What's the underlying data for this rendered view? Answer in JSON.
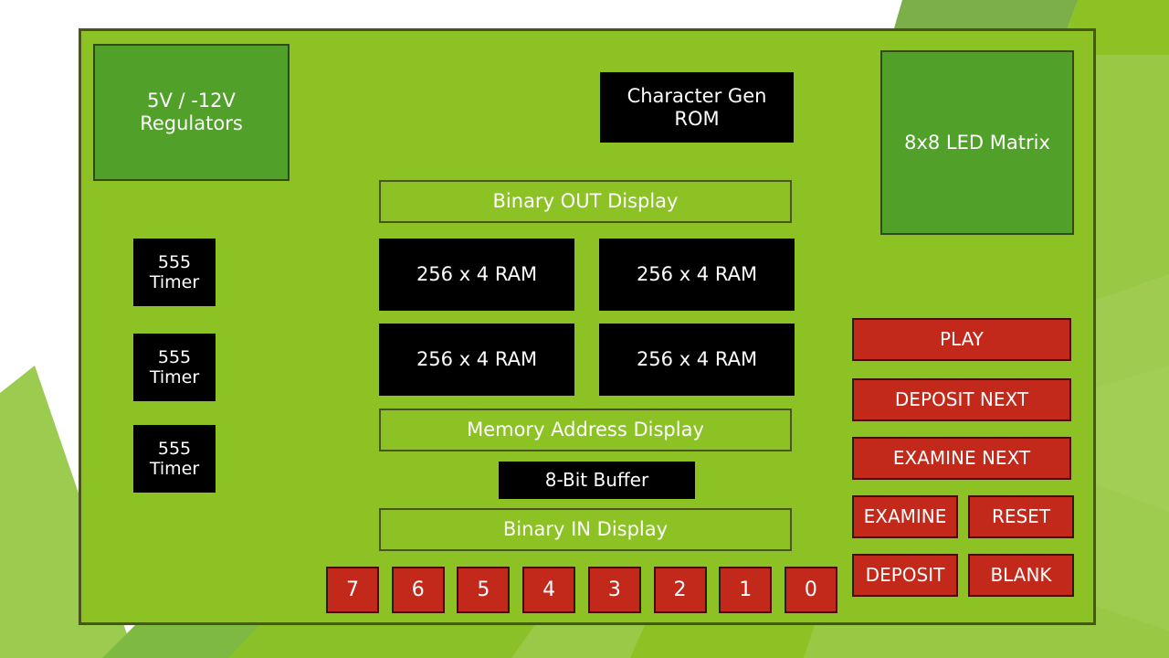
{
  "colors": {
    "panel_green": "#8CC224",
    "node_green": "#50A02A",
    "node_black": "#000000",
    "button_red": "#C3291B",
    "border_dark": "#4B5320",
    "border_red_dark": "#3D1008",
    "text_white": "#FFFFFF",
    "background_white": "#FFFFFF",
    "deco_green_mid": "#7CAF4A",
    "deco_green_light": "#9BCB4F"
  },
  "board": {
    "power": {
      "label": "5V / -12V\nRegulators",
      "line1": "5V / -12V",
      "line2": "Regulators"
    },
    "char_gen_rom": {
      "line1": "Character Gen",
      "line2": "ROM"
    },
    "led_matrix": {
      "label": "8x8 LED Matrix"
    },
    "timers": [
      {
        "line1": "555",
        "line2": "Timer"
      },
      {
        "line1": "555",
        "line2": "Timer"
      },
      {
        "line1": "555",
        "line2": "Timer"
      }
    ],
    "displays": {
      "binary_out": "Binary OUT Display",
      "memory_address": "Memory Address Display",
      "binary_in": "Binary IN Display"
    },
    "buffer": {
      "label": "8-Bit Buffer"
    },
    "ram_blocks": [
      {
        "label": "256 x 4 RAM"
      },
      {
        "label": "256 x 4 RAM"
      },
      {
        "label": "256 x 4 RAM"
      },
      {
        "label": "256 x 4 RAM"
      }
    ],
    "controls": [
      {
        "id": "play",
        "label": "PLAY"
      },
      {
        "id": "deposit-next",
        "label": "DEPOSIT NEXT"
      },
      {
        "id": "examine-next",
        "label": "EXAMINE NEXT"
      },
      {
        "id": "examine",
        "label": "EXAMINE"
      },
      {
        "id": "reset",
        "label": "RESET"
      },
      {
        "id": "deposit",
        "label": "DEPOSIT"
      },
      {
        "id": "blank",
        "label": "BLANK"
      }
    ],
    "bit_switches": [
      {
        "label": "7"
      },
      {
        "label": "6"
      },
      {
        "label": "5"
      },
      {
        "label": "4"
      },
      {
        "label": "3"
      },
      {
        "label": "2"
      },
      {
        "label": "1"
      },
      {
        "label": "0"
      }
    ]
  }
}
